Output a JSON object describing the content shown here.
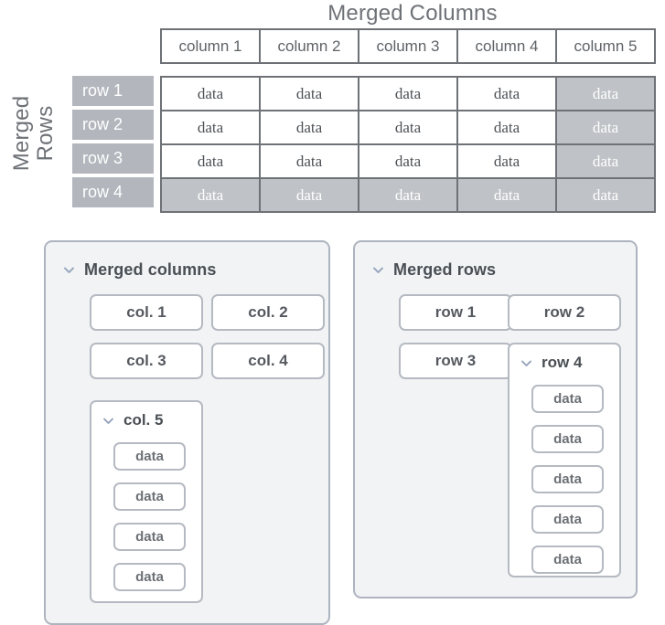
{
  "diagram": {
    "columns_title": "Merged Columns",
    "rows_title_lines": [
      "Merged",
      "Rows"
    ],
    "column_headers": [
      "column 1",
      "column 2",
      "column 3",
      "column 4",
      "column 5"
    ],
    "row_labels": [
      "row 1",
      "row 2",
      "row 3",
      "row 4"
    ],
    "cell_text": "data",
    "grid": [
      [
        {
          "text": "data",
          "shaded": false
        },
        {
          "text": "data",
          "shaded": false
        },
        {
          "text": "data",
          "shaded": false
        },
        {
          "text": "data",
          "shaded": false
        },
        {
          "text": "data",
          "shaded": true
        }
      ],
      [
        {
          "text": "data",
          "shaded": false
        },
        {
          "text": "data",
          "shaded": false
        },
        {
          "text": "data",
          "shaded": false
        },
        {
          "text": "data",
          "shaded": false
        },
        {
          "text": "data",
          "shaded": true
        }
      ],
      [
        {
          "text": "data",
          "shaded": false
        },
        {
          "text": "data",
          "shaded": false
        },
        {
          "text": "data",
          "shaded": false
        },
        {
          "text": "data",
          "shaded": false
        },
        {
          "text": "data",
          "shaded": true
        }
      ],
      [
        {
          "text": "data",
          "shaded": true
        },
        {
          "text": "data",
          "shaded": true
        },
        {
          "text": "data",
          "shaded": true
        },
        {
          "text": "data",
          "shaded": true
        },
        {
          "text": "data",
          "shaded": true
        }
      ]
    ]
  },
  "panels": {
    "merged_columns": {
      "header": "Merged columns",
      "chips": [
        "col. 1",
        "col. 2",
        "col. 3",
        "col. 4"
      ],
      "subgroup": {
        "header": "col. 5",
        "items": [
          "data",
          "data",
          "data",
          "data"
        ]
      }
    },
    "merged_rows": {
      "header": "Merged rows",
      "chips": [
        "row 1",
        "row 2",
        "row 3"
      ],
      "subgroup": {
        "header": "row 4",
        "items": [
          "data",
          "data",
          "data",
          "data",
          "data"
        ]
      }
    }
  },
  "colors": {
    "title_gray": "#6e7277",
    "border_gray": "#6e7277",
    "row_label_fill": "#b3b7bd",
    "shaded_cell_fill": "#bfc2c6",
    "panel_fill": "#f1f3f4",
    "panel_border": "#aeb4bf",
    "chip_border": "#b5bac2",
    "chevron_blue": "#93a2bb",
    "text_dark": "#4a4f55"
  },
  "icons": {
    "chevron_down": "chevron-down-icon"
  }
}
